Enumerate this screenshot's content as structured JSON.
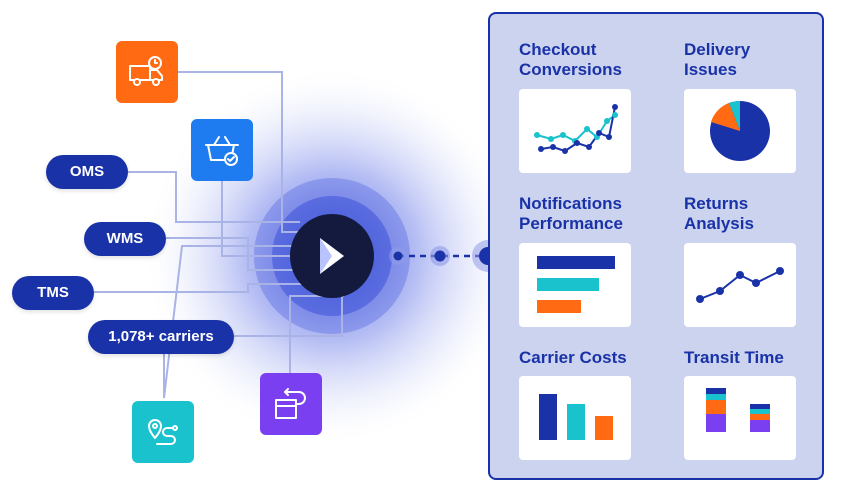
{
  "sources": {
    "oms_label": "OMS",
    "wms_label": "WMS",
    "tms_label": "TMS",
    "carriers_label": "1,078+ carriers"
  },
  "panel": {
    "checkout_title": "Checkout\nConversions",
    "delivery_title": "Delivery\nIssues",
    "notifications_title": "Notifications\nPerformance",
    "returns_title": "Returns\nAnalysis",
    "carrier_costs_title": "Carrier Costs",
    "transit_title": "Transit Time"
  },
  "icons": {
    "truck": "delivery-truck-clock-icon",
    "basket": "basket-check-icon",
    "route": "route-pin-icon",
    "returns": "return-box-icon",
    "hub": "play-logo-icon"
  },
  "colors": {
    "navy": "#1a32a8",
    "dark_hub": "#131a3e",
    "orange": "#ff6a13",
    "blue_tile": "#1f7cf0",
    "teal": "#19c2cc",
    "purple": "#7a3ff0",
    "panel_bg": "#ccd3ee",
    "wire": "#a9b3e6"
  }
}
